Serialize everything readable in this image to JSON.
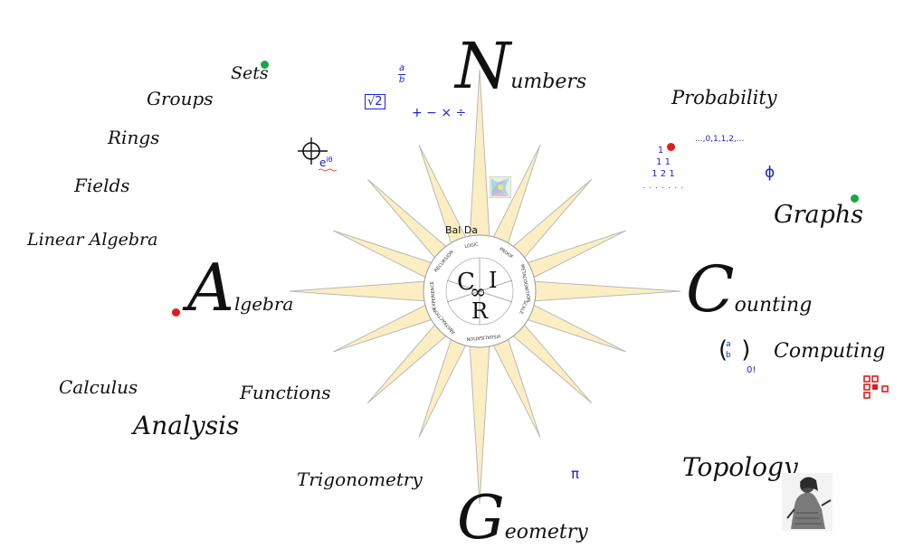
{
  "compass": {
    "label": "Bal Da",
    "ring_words": [
      "LOGIC",
      "PROOF",
      "METACOGNITION",
      "SCALE",
      "VISUALISATION",
      "ABSTRACTION",
      "EXPERIENCE",
      "RECURSION"
    ],
    "center": {
      "c": "C",
      "i": "I",
      "inf": "∞",
      "r": "R"
    }
  },
  "topics": {
    "numbers": {
      "initial": "N",
      "rest": "umbers"
    },
    "counting": {
      "initial": "C",
      "rest": "ounting"
    },
    "geometry": {
      "initial": "G",
      "rest": "eometry"
    },
    "algebra": {
      "initial": "A",
      "rest": "lgebra"
    },
    "sets": "Sets",
    "groups": "Groups",
    "rings": "Rings",
    "fields": "Fields",
    "linear_algebra": "Linear Algebra",
    "calculus": "Calculus",
    "analysis": "Analysis",
    "functions": "Functions",
    "trigonometry": "Trigonometry",
    "probability": "Probability",
    "graphs": "Graphs",
    "computing": "Computing",
    "topology": "Topology"
  },
  "symbols": {
    "fraction_num": "a",
    "fraction_den": "b",
    "sqrt2": "√2",
    "operators": "+ − × ÷",
    "euler": "e",
    "euler_exp": "iθ",
    "pascal": [
      "1",
      "1 1",
      "1 2 1",
      ". . . . . . ."
    ],
    "sequence": "...,0,1,1,2,...",
    "phi": "ϕ",
    "binom_top": "a",
    "binom_bottom": "b",
    "factorial": "0!",
    "pi": "π"
  },
  "colors": {
    "green_dot": "#1aa64a",
    "red_dot": "#e31b1b",
    "symbol_blue": "#1a24d8",
    "ray_fill": "#fbeec2",
    "ray_stroke": "#b9b9b9"
  }
}
